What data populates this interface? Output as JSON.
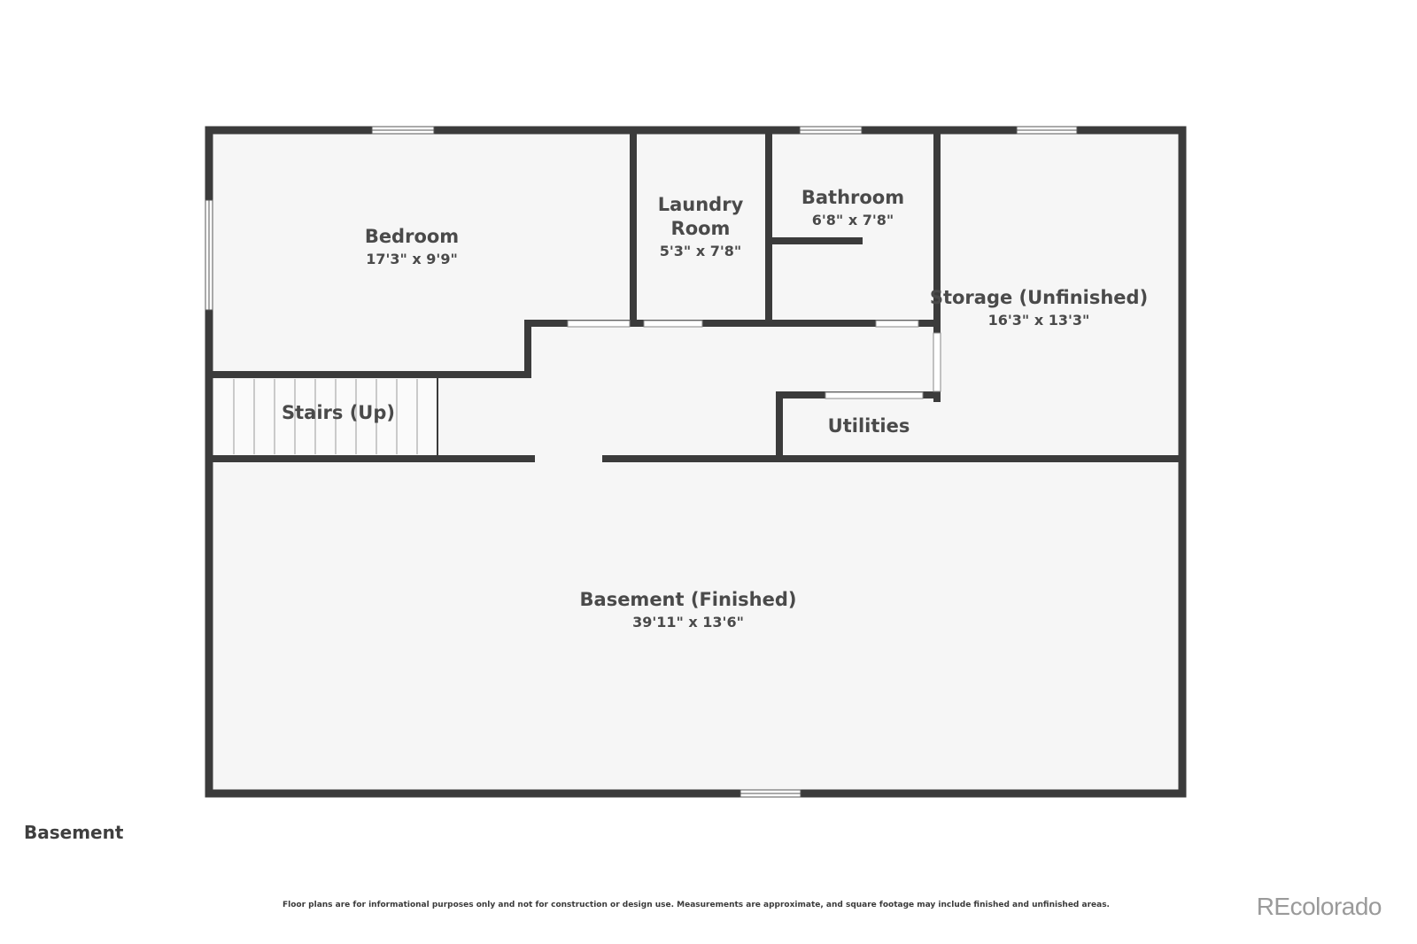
{
  "colors": {
    "wall": "#3b3b3b",
    "floor": "#f6f6f6",
    "window": "#ffffff",
    "text": "#4a4a4a",
    "brand": "#9a9a9a"
  },
  "rooms": {
    "bedroom": {
      "name": "Bedroom",
      "dims": "17'3\" x 9'9\""
    },
    "laundry": {
      "name_line1": "Laundry",
      "name_line2": "Room",
      "dims": "5'3\" x 7'8\""
    },
    "bathroom": {
      "name": "Bathroom",
      "dims": "6'8\" x 7'8\""
    },
    "storage": {
      "name": "Storage (Unfinished)",
      "dims": "16'3\" x 13'3\""
    },
    "stairs": {
      "name": "Stairs (Up)"
    },
    "utilities": {
      "name": "Utilities"
    },
    "basement": {
      "name": "Basement (Finished)",
      "dims": "39'11\" x 13'6\""
    }
  },
  "floor_label": "Basement",
  "disclaimer": "Floor plans are for informational purposes only and not for construction or design use. Measurements are approximate, and square footage may include finished and unfinished areas.",
  "brand": "REcolorado"
}
